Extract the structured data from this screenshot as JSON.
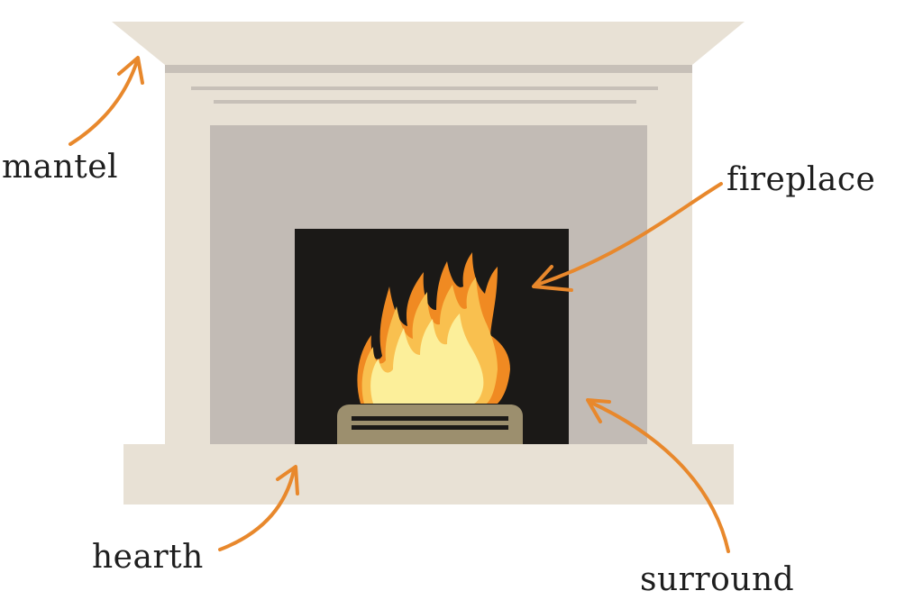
{
  "labels": {
    "mantel": "mantel",
    "fireplace": "fireplace",
    "hearth": "hearth",
    "surround": "surround"
  },
  "colors": {
    "mantel": "#e8e1d5",
    "mantel_shadow": "#c7c0b8",
    "surround": "#c2bbb5",
    "firebox": "#1b1917",
    "grate": "#9c8f6e",
    "flame_outer": "#f08a22",
    "flame_mid": "#f9c04f",
    "flame_inner": "#fcef9a",
    "arrow": "#e8882c",
    "text": "#1e1e1e"
  },
  "icons": [
    "fire-icon",
    "grate-icon",
    "arrow-icon"
  ]
}
